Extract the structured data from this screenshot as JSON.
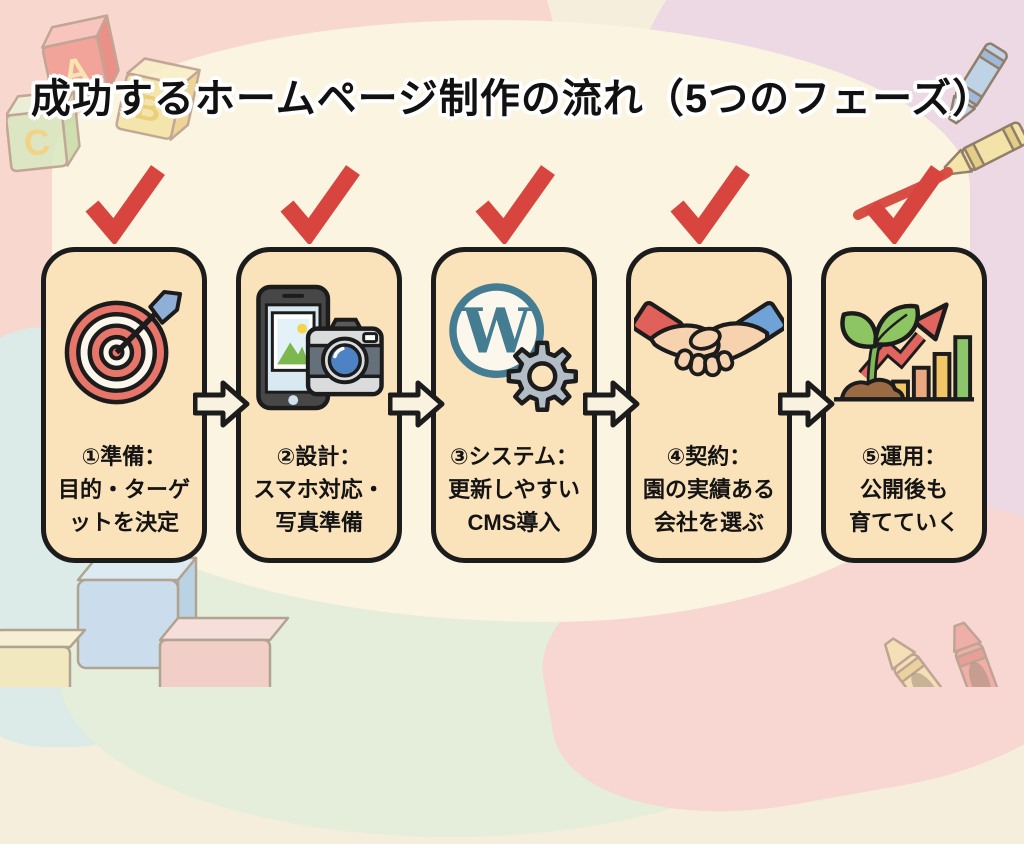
{
  "title": "成功するホームページ制作の流れ（5つのフェーズ）",
  "colors": {
    "card_fill": "#fae2ba",
    "card_border": "#1c1c1c",
    "check_red": "#d8453f",
    "background_cream": "#faf4e1",
    "wordpress_teal": "#447d92"
  },
  "checkmarks": {
    "count": 5,
    "icon": "red-check-icon"
  },
  "phases": [
    {
      "icon": "target-dartboard-icon",
      "label": "①準備：\n目的・ターゲ\nットを決定"
    },
    {
      "icon": "smartphone-camera-icon",
      "label": "②設計：\nスマホ対応・\n写真準備"
    },
    {
      "icon": "wordpress-gear-icon",
      "logo_letter": "W",
      "label": "③システム：\n更新しやすい\nCMS導入"
    },
    {
      "icon": "handshake-icon",
      "label": "④契約：\n園の実績ある\n会社を選ぶ"
    },
    {
      "icon": "sprout-growth-chart-icon",
      "label": "⑤運用：\n公開後も\n育てていく"
    }
  ],
  "connector": {
    "icon": "right-block-arrow-icon"
  },
  "decorations": {
    "top_left_blocks": {
      "icon": "abc-toy-blocks-icon",
      "letters": [
        "A",
        "B",
        "C"
      ]
    },
    "top_right": {
      "icon": "crayons-icon"
    },
    "bottom_left": {
      "icon": "toy-blocks-icon"
    },
    "bottom_right": {
      "icon": "crayons-icon"
    }
  }
}
